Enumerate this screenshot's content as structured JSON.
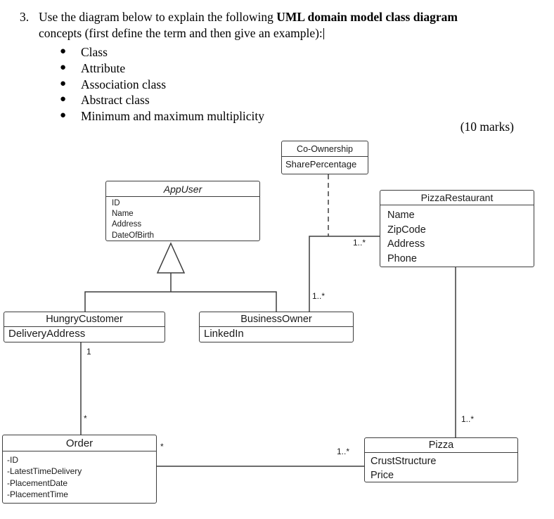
{
  "question": {
    "number": "3.",
    "line1_regular": "Use the diagram below to explain the following ",
    "line1_bold": "UML domain model class diagram",
    "line2": "concepts (first define the term and then give an example):",
    "bullets": [
      "Class",
      "Attribute",
      "Association class",
      "Abstract class",
      "Minimum and maximum multiplicity"
    ],
    "marks": "(10 marks)"
  },
  "diagram": {
    "classes": [
      {
        "name": "Co-Ownership",
        "kind": "association-class",
        "attributes": [
          "SharePercentage"
        ]
      },
      {
        "name": "AppUser",
        "kind": "abstract-class",
        "attributes": [
          "ID",
          "Name",
          "Address",
          "DateOfBirth"
        ]
      },
      {
        "name": "PizzaRestaurant",
        "kind": "class",
        "attributes": [
          "Name",
          "ZipCode",
          "Address",
          "Phone"
        ]
      },
      {
        "name": "HungryCustomer",
        "kind": "class",
        "attributes": [
          "DeliveryAddress"
        ]
      },
      {
        "name": "BusinessOwner",
        "kind": "class",
        "attributes": [
          "LinkedIn"
        ]
      },
      {
        "name": "Order",
        "kind": "class",
        "attributes": [
          "-ID",
          "-LatestTimeDelivery",
          "-PlacementDate",
          "-PlacementTime"
        ]
      },
      {
        "name": "Pizza",
        "kind": "class",
        "attributes": [
          "CrustStructure",
          "Price"
        ]
      }
    ],
    "multiplicities": {
      "owner_restaurant_near_restaurant": "1..*",
      "owner_restaurant_near_owner": "1..*",
      "customer_order_near_customer": "1",
      "customer_order_near_order": "*",
      "order_pizza_near_order": "*",
      "order_pizza_near_pizza": "1..*",
      "restaurant_pizza_near_pizza": "1..*"
    },
    "line_color": "#3d3d3d"
  }
}
